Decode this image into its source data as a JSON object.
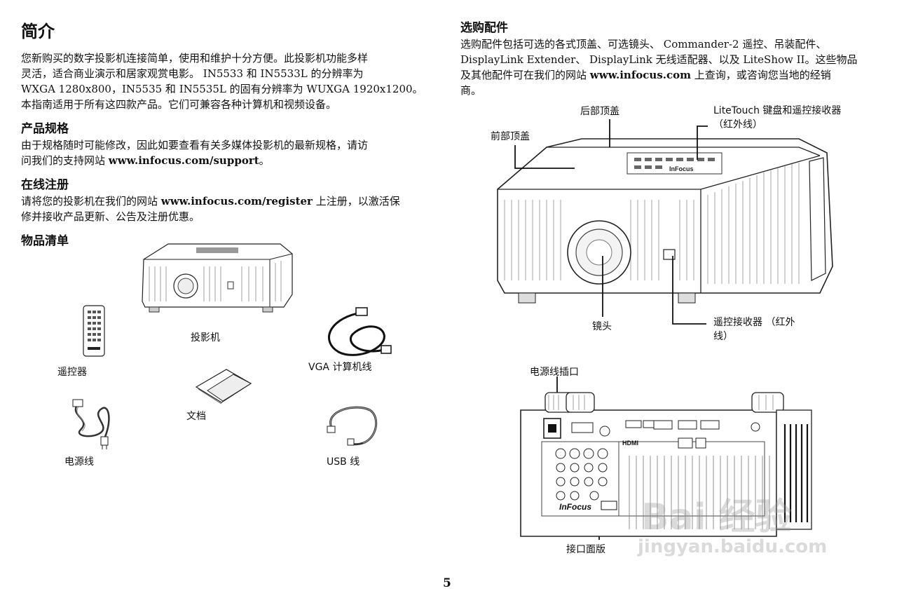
{
  "left": {
    "intro_title": "简介",
    "intro_lines": [
      "您新购买的数字投影机连接简单，使用和维护十分方便。此投影机功能多样",
      "灵活，适合商业演示和居家观赏电影。 IN5533 和 IN5533L 的分辨率为",
      "WXGA 1280x800，IN5535 和 IN5535L 的固有分辨率为 WUXGA 1920x1200。",
      "本指南适用于所有这四款产品。它们可兼容各种计算机和视频设备。"
    ],
    "spec_title": "产品规格",
    "spec_line1": "由于规格随时可能修改，因此如要查看有关多媒体投影机的最新规格，请访",
    "spec_line2_pre": "问我们的支持网站 ",
    "spec_url": "www.infocus.com/support",
    "spec_line2_post": "。",
    "reg_title": "在线注册",
    "reg_line1_pre": "请将您的投影机在我们的网站 ",
    "reg_url": "www.infocus.com/register",
    "reg_line1_post": " 上注册，以激活保",
    "reg_line2": "修并接收产品更新、公告及注册优惠。",
    "box_title": "物品清单",
    "items": {
      "projector": "投影机",
      "remote": "遥控器",
      "vga": "VGA 计算机线",
      "docs": "文档",
      "power": "电源线",
      "usb": "USB 线"
    }
  },
  "right": {
    "acc_title": "选购配件",
    "acc_line1": "选购配件包括可选的各式顶盖、可选镜头、 Commander-2 遥控、吊装配件、",
    "acc_line2": "DisplayLink Extender、 DisplayLink 无线适配器、以及 LiteShow II。这些物品",
    "acc_line3_pre": "及其他配件可在我们的网站 ",
    "acc_url": "www.infocus.com",
    "acc_line3_post": " 上查询，或咨询您当地的经销",
    "acc_line4": "商。",
    "labels": {
      "rear_cover": "后部顶盖",
      "front_cover": "前部顶盖",
      "keypad_1": "LiteTouch 键盘和遥控接收器",
      "keypad_2": "（红外线）",
      "lens": "镜头",
      "ir_1": "遥控接收器 （红外",
      "ir_2": "线）",
      "power_inlet": "电源线插口",
      "panel": "接口面版"
    },
    "brand": "InFocus"
  },
  "page_number": "5",
  "watermark": {
    "brand": "Bai 经验",
    "url": "jingyan.baidu.com"
  }
}
